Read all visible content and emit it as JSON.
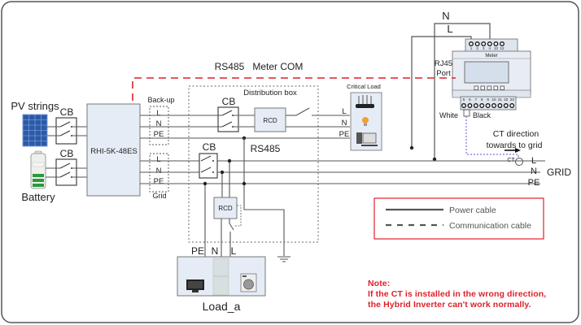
{
  "title": "Hybrid inverter wiring diagram with meter and CT",
  "labels": {
    "pv_strings": "PV strings",
    "battery": "Battery",
    "cb": "CB",
    "inverter": "RHI-5K-48ES",
    "backup": "Back-up",
    "grid_port": "Grid",
    "L": "L",
    "N": "N",
    "PE": "PE",
    "rs485_meter_com": "RS485   Meter COM",
    "distribution_box": "Distribution box",
    "rcd": "RCD",
    "rs485": "RS485",
    "critical_load": "Critical Load",
    "load_a": "Load_a",
    "meter": "Meter",
    "rj45": "RJ45",
    "port": "Port",
    "white": "White",
    "black": "Black",
    "ct_direction_1": "CT direction",
    "ct_direction_2": "towards to grid",
    "ct": "CT",
    "grid": "GRID"
  },
  "meter_terminals_top": [
    "1",
    "2",
    "3",
    "4",
    "13",
    "12"
  ],
  "meter_terminals_bottom": [
    "5",
    "6",
    "7",
    "8",
    "9",
    "10",
    "21",
    "22",
    "23"
  ],
  "legend": {
    "power_cable": "Power cable",
    "communication_cable": "Communication cable"
  },
  "note": {
    "title": "Note:",
    "line1": "If the CT is installed in the wrong direction,",
    "line2": "the Hybrid Inverter can't work normally."
  },
  "colors": {
    "comm_red": "#e0202a",
    "ct_blue": "#5a5ad0",
    "box_fill": "#e6ecf5",
    "frame": "#555555"
  }
}
